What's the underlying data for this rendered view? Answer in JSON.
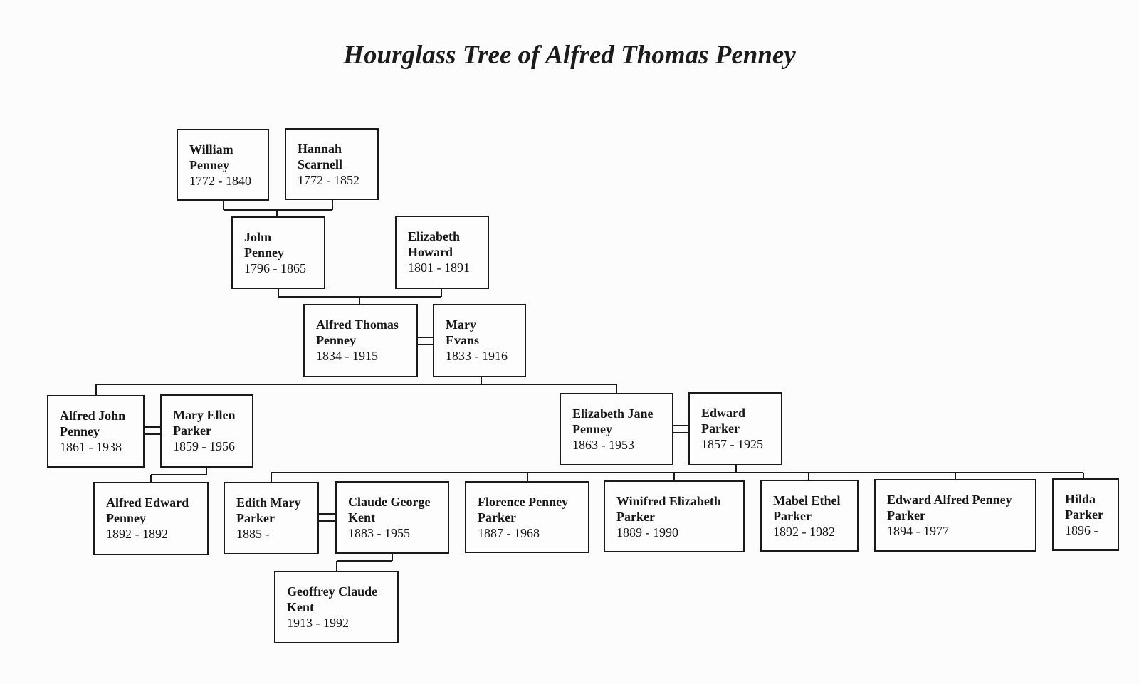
{
  "title": "Hourglass Tree of Alfred Thomas Penney",
  "people": {
    "william": {
      "n1": "William",
      "n2": "Penney",
      "years": "1772 - 1840"
    },
    "hannah": {
      "n1": "Hannah",
      "n2": "Scarnell",
      "years": "1772 - 1852"
    },
    "john": {
      "n1": "John",
      "n2": "Penney",
      "years": "1796 - 1865"
    },
    "elizabeth_h": {
      "n1": "Elizabeth",
      "n2": "Howard",
      "years": "1801 - 1891"
    },
    "alfred_t": {
      "n1": "Alfred Thomas",
      "n2": "Penney",
      "years": "1834 - 1915"
    },
    "mary_e": {
      "n1": "Mary",
      "n2": "Evans",
      "years": "1833 - 1916"
    },
    "alfred_j": {
      "n1": "Alfred John",
      "n2": "Penney",
      "years": "1861 - 1938"
    },
    "mary_ellen": {
      "n1": "Mary Ellen",
      "n2": "Parker",
      "years": "1859 - 1956"
    },
    "elizabeth_j": {
      "n1": "Elizabeth Jane",
      "n2": "Penney",
      "years": "1863 - 1953"
    },
    "edward": {
      "n1": "Edward",
      "n2": "Parker",
      "years": "1857 - 1925"
    },
    "alfred_e": {
      "n1": "Alfred Edward",
      "n2": "Penney",
      "years": "1892 - 1892"
    },
    "edith": {
      "n1": "Edith Mary",
      "n2": "Parker",
      "years": "1885 -"
    },
    "claude": {
      "n1": "Claude George",
      "n2": "Kent",
      "years": "1883 - 1955"
    },
    "florence": {
      "n1": "Florence Penney",
      "n2": "Parker",
      "years": "1887 - 1968"
    },
    "winifred": {
      "n1": "Winifred Elizabeth",
      "n2": "Parker",
      "years": "1889 - 1990"
    },
    "mabel": {
      "n1": "Mabel Ethel",
      "n2": "Parker",
      "years": "1892 - 1982"
    },
    "edward_a": {
      "n1": "Edward Alfred Penney",
      "n2": "Parker",
      "years": "1894 - 1977"
    },
    "hilda": {
      "n1": "Hilda",
      "n2": "Parker",
      "years": "1896 -"
    },
    "geoffrey": {
      "n1": "Geoffrey Claude",
      "n2": "Kent",
      "years": "1913 - 1992"
    }
  }
}
